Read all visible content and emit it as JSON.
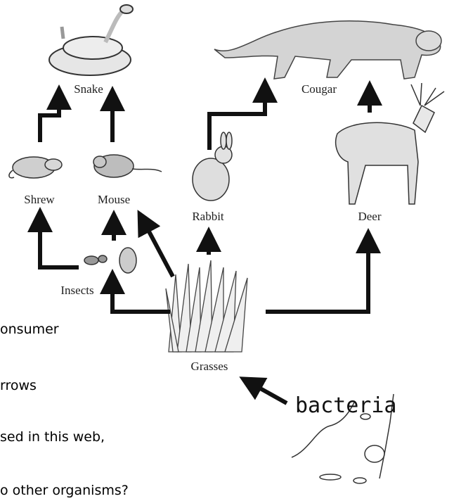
{
  "labels": {
    "snake": "Snake",
    "cougar": "Cougar",
    "shrew": "Shrew",
    "mouse": "Mouse",
    "rabbit": "Rabbit",
    "deer": "Deer",
    "insects": "Insects",
    "grasses": "Grasses",
    "bacteria": "bacteria"
  },
  "side_text": [
    "onsumer",
    "rrows",
    "sed in this web,",
    "o other organisms?"
  ]
}
